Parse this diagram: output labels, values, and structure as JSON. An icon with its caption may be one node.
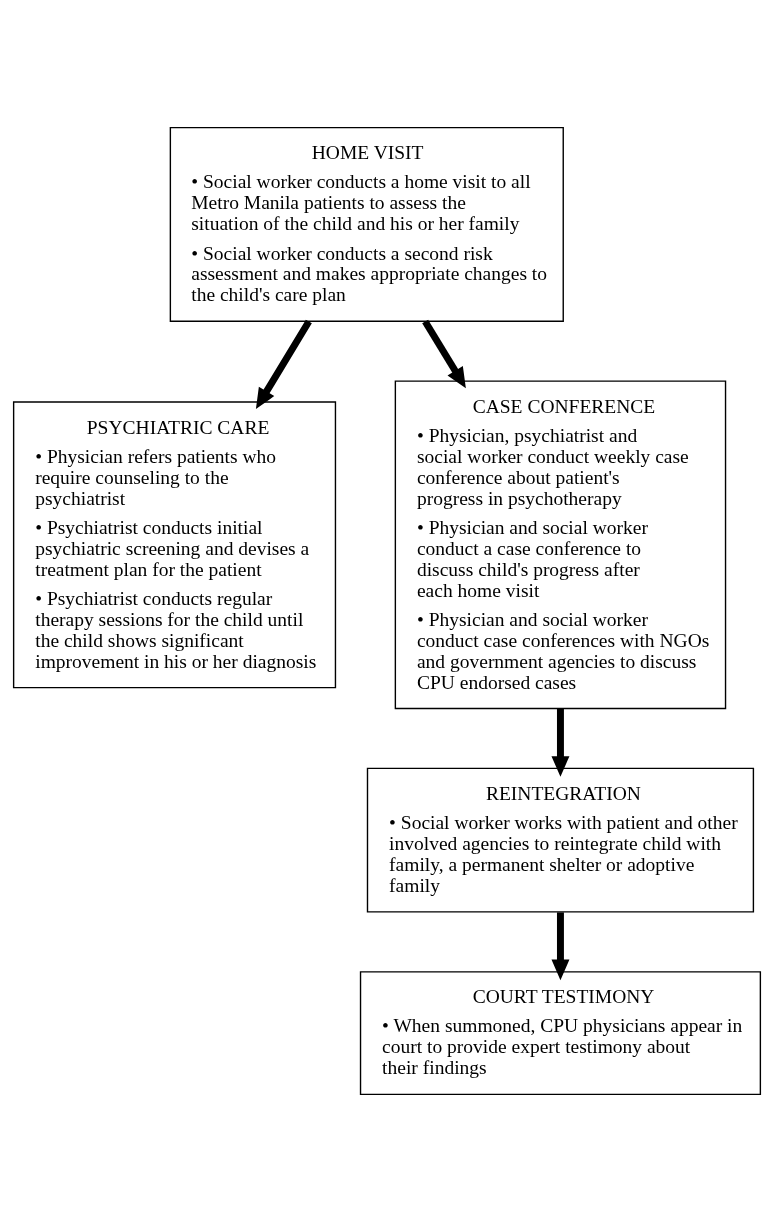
{
  "diagram": {
    "nodes": [
      {
        "text": [
          "HOME VISIT",
          "• Social worker conducts a home visit to all Metro Manila patients to assess the situation of the child and his or her family",
          "• Social worker conducts a second risk assessment and makes appropriate changes to the child's care plan"
        ]
      },
      {
        "text": [
          "PSYCHIATRIC CARE",
          "• Physician refers patients who require counseling to the psychiatrist",
          "• Psychiatrist conducts initial psychiatric screening and devises a treatment plan for the patient",
          "• Psychiatrist conducts regular therapy sessions for the child until the child shows significant improvement in his or her diagnosis"
        ]
      },
      {
        "text": [
          "CASE CONFERENCE",
          "• Physician, psychiatrist and social worker conduct weekly case conference about patient's progress in psychotherapy",
          "• Physician and social worker conduct a case conference to discuss child's progress after each home visit",
          "• Physician and social worker conduct case conferences with NGOs and government agencies to discuss CPU endorsed cases"
        ]
      },
      {
        "text": [
          "REINTEGRATION",
          "• Social worker works with patient and other involved agencies to reintegrate child with family, a permanent shelter or adoptive family"
        ]
      },
      {
        "text": [
          "COURT TESTIMONY",
          "• When summoned, CPU physicians appear in court to provide expert testimony about their findings"
        ]
      }
    ],
    "edges": [
      {
        "from": 0,
        "to": 1,
        "arrow": "to"
      },
      {
        "from": 0,
        "to": 2,
        "arrow": "to"
      },
      {
        "from": 2,
        "to": 3,
        "arrow": "to"
      },
      {
        "from": 3,
        "to": 4,
        "arrow": "to"
      }
    ]
  }
}
